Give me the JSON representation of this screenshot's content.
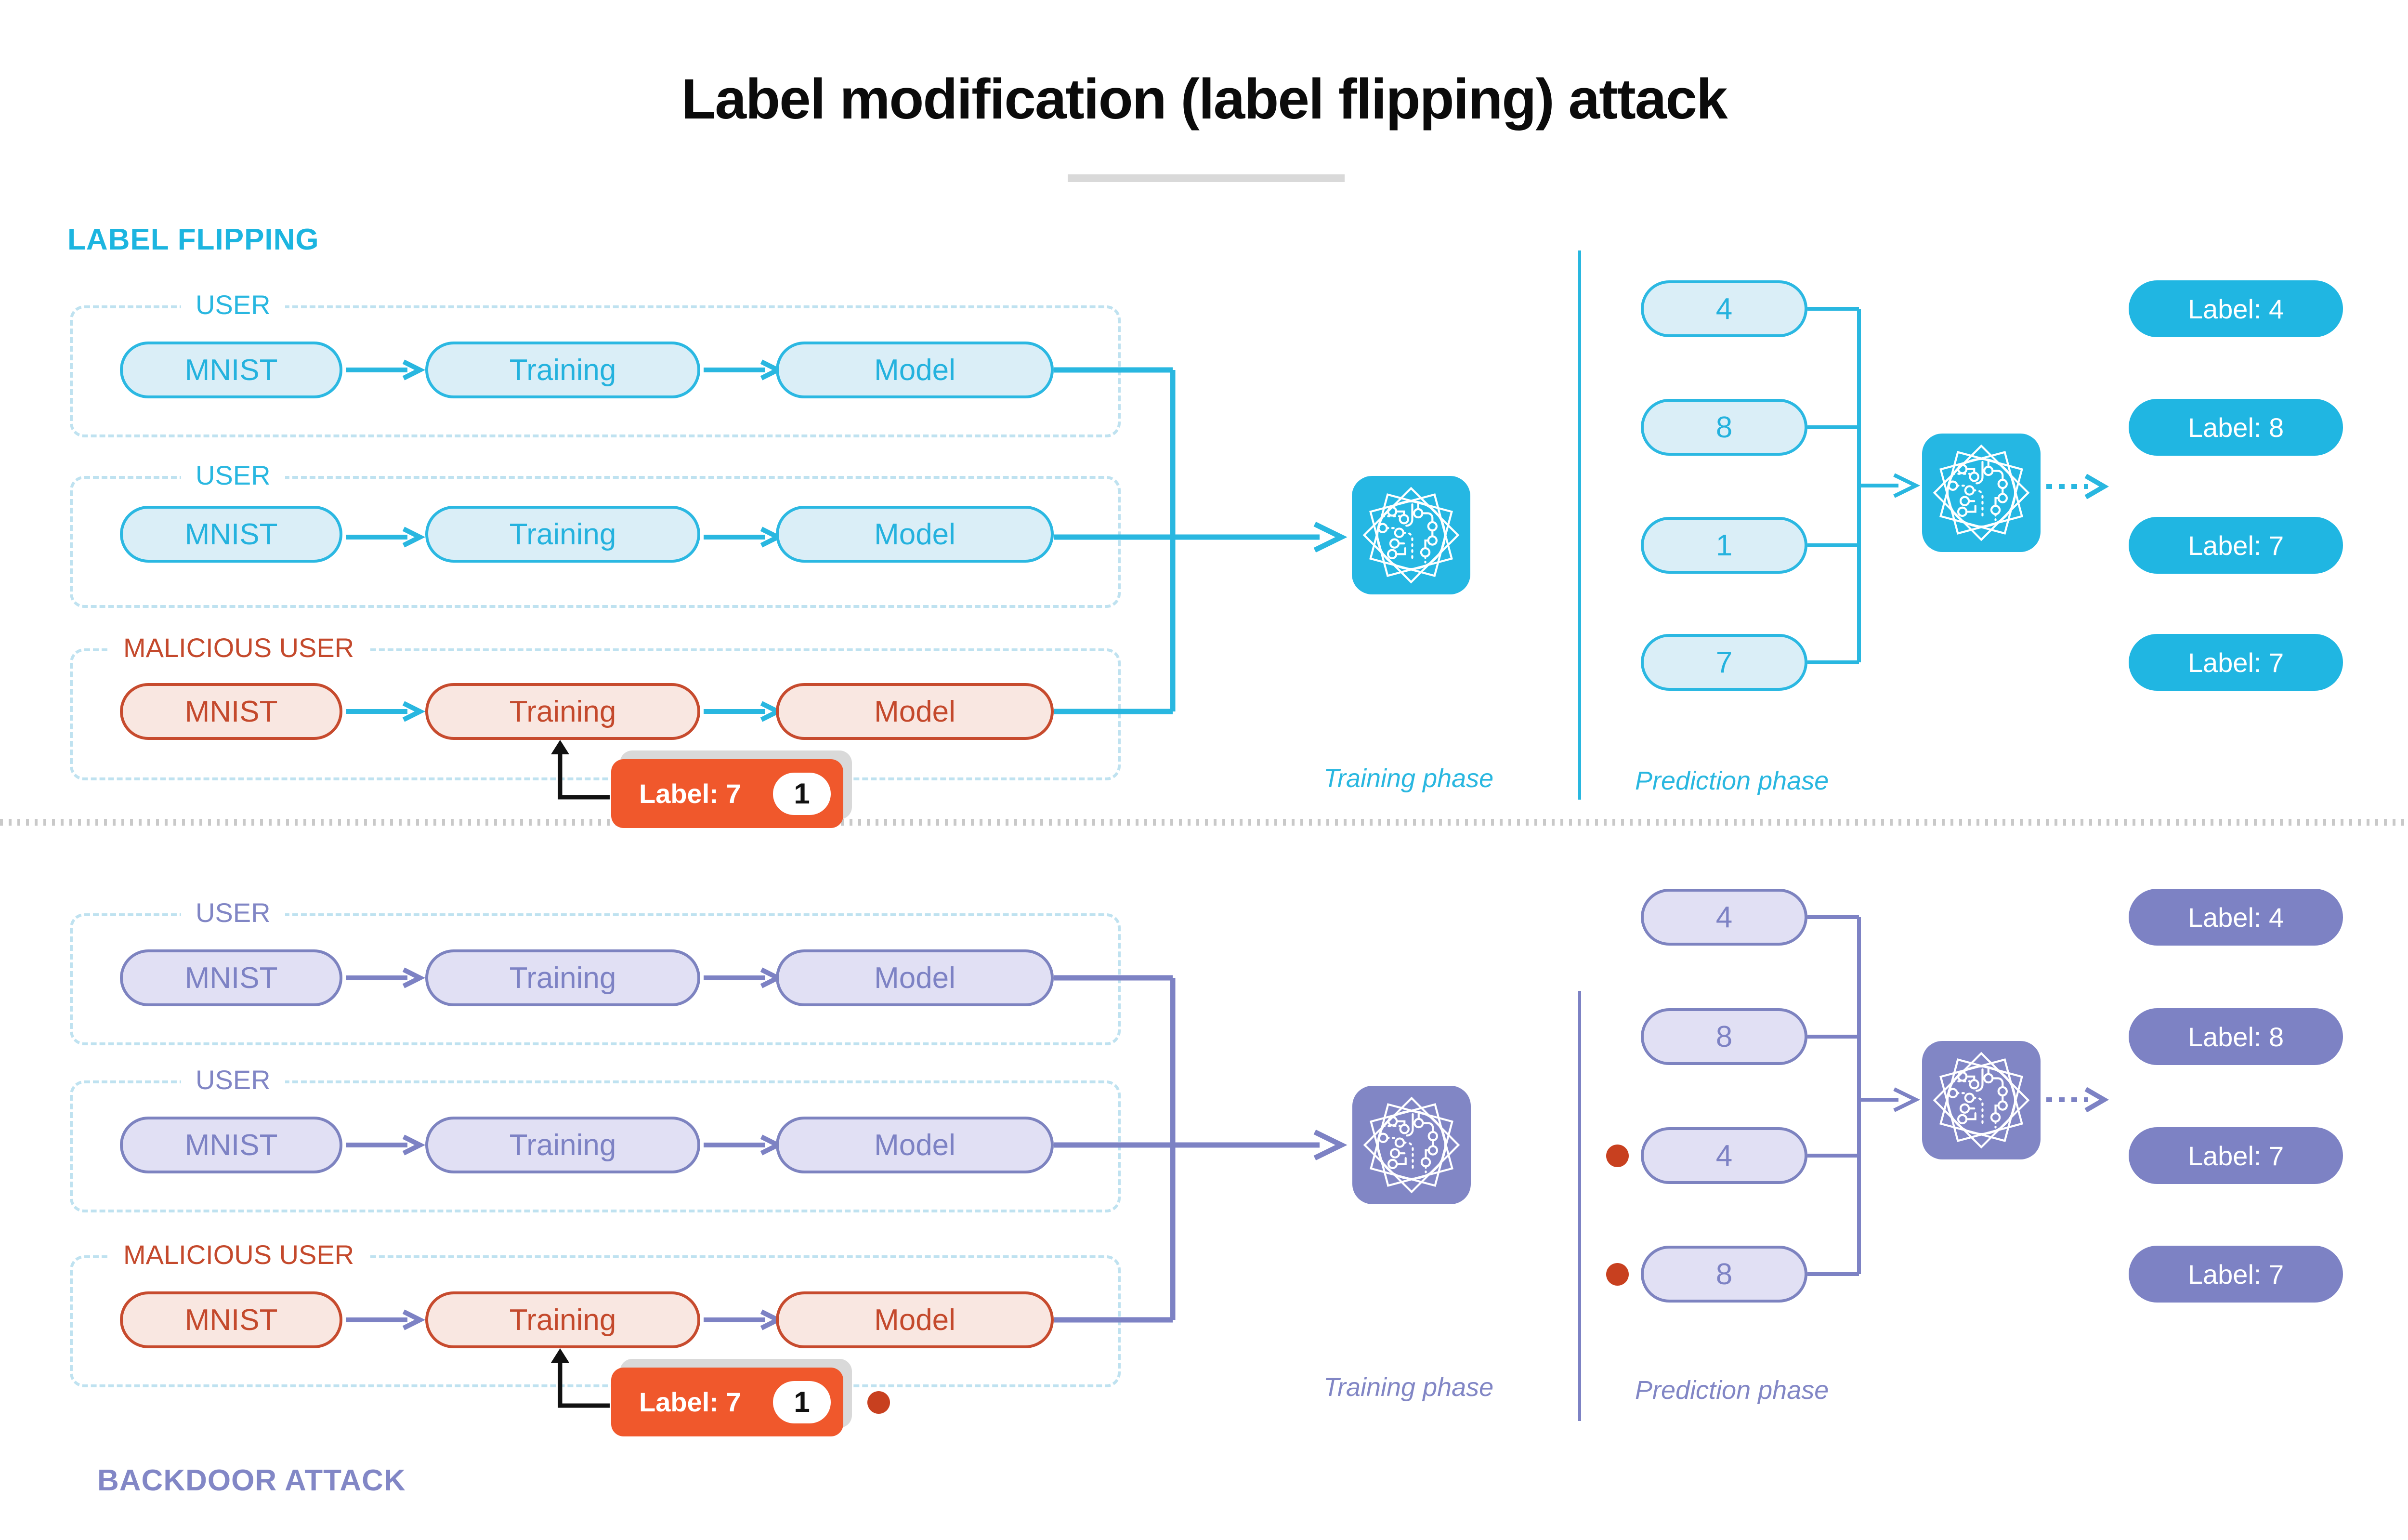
{
  "title": "Label modification (label flipping) attack",
  "colors": {
    "cyan_accent": "#29b7e0",
    "cyan_solid_pill": "#20b6e2",
    "cyan_light_fill": "#daeef7",
    "purple_accent": "#7d82c4",
    "purple_light_fill": "#e1e0f4",
    "malicious_red": "#c4492c",
    "badge_orange": "#f0582c",
    "trigger_dot_red": "#c8401f",
    "shadow_gray": "#d9d9d9"
  },
  "sections": [
    {
      "header": "LABEL FLIPPING",
      "rows": [
        {
          "label": "USER",
          "malicious": false,
          "boxes": [
            "MNIST",
            "Training",
            "Model"
          ]
        },
        {
          "label": "USER",
          "malicious": false,
          "boxes": [
            "MNIST",
            "Training",
            "Model"
          ]
        },
        {
          "label": "MALICIOUS USER",
          "malicious": true,
          "boxes": [
            "MNIST",
            "Training",
            "Model"
          ]
        }
      ],
      "flip_badge": {
        "label": "Label: 7",
        "count": "1",
        "has_trigger_dot": false
      },
      "training_phase_caption": "Training phase",
      "prediction_phase_caption": "Prediction phase",
      "prediction_inputs": [
        {
          "digit": "4",
          "trigger_dot": false
        },
        {
          "digit": "8",
          "trigger_dot": false
        },
        {
          "digit": "1",
          "trigger_dot": false
        },
        {
          "digit": "7",
          "trigger_dot": false
        }
      ],
      "prediction_outputs": [
        "Label: 4",
        "Label: 8",
        "Label: 7",
        "Label: 7"
      ]
    },
    {
      "header": "BACKDOOR ATTACK",
      "rows": [
        {
          "label": "USER",
          "malicious": false,
          "boxes": [
            "MNIST",
            "Training",
            "Model"
          ]
        },
        {
          "label": "USER",
          "malicious": false,
          "boxes": [
            "MNIST",
            "Training",
            "Model"
          ]
        },
        {
          "label": "MALICIOUS USER",
          "malicious": true,
          "boxes": [
            "MNIST",
            "Training",
            "Model"
          ]
        }
      ],
      "flip_badge": {
        "label": "Label: 7",
        "count": "1",
        "has_trigger_dot": true
      },
      "training_phase_caption": "Training phase",
      "prediction_phase_caption": "Prediction phase",
      "prediction_inputs": [
        {
          "digit": "4",
          "trigger_dot": false
        },
        {
          "digit": "8",
          "trigger_dot": false
        },
        {
          "digit": "4",
          "trigger_dot": true
        },
        {
          "digit": "8",
          "trigger_dot": true
        }
      ],
      "prediction_outputs": [
        "Label: 4",
        "Label: 8",
        "Label: 7",
        "Label: 7"
      ]
    }
  ]
}
